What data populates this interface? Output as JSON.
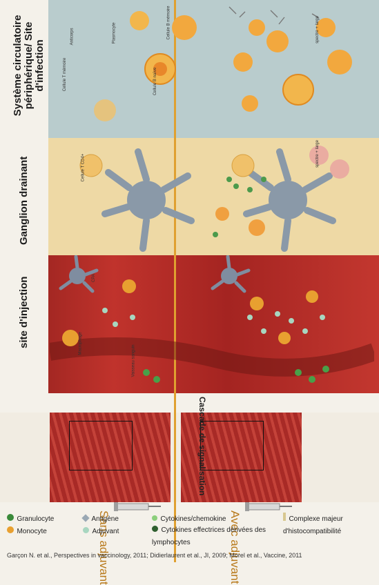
{
  "sections": {
    "circulatory": "Système circulatoire périphérique/ Site d'infection",
    "lymph_node": "Ganglion drainant",
    "injection_site": "site d'injection"
  },
  "rows": {
    "without": "Sans adjuvant",
    "with": "Avec adjuvant"
  },
  "signal_cascade": "Cascade de signalisation",
  "cell_labels": {
    "antibodies": "Anticorps",
    "plasmocyte": "Plasmocyte",
    "memory_b": "Cellule B mémoire",
    "naive_b": "Cellule B naïve",
    "memory_t": "Cellule T mémoire",
    "cd4_t": "Cellule T CD4+",
    "cpa": "CPA",
    "macrophage": "Macrophage",
    "blood_vessel": "Vaisseau sanguin"
  },
  "spectrum_labels": {
    "circulatory": "spectre + large",
    "lymph": "spectre + large"
  },
  "legend": {
    "granulocyte": "Granulocyte",
    "monocyte": "Monocyte",
    "antigen": "Antigène",
    "adjuvant": "Adjuvant",
    "cytokines": "Cytokines/chemokine",
    "effector_cytokines": "Cytokines effectrices dérivées des lymphocytes",
    "mhc": "Complexe majeur d'histocompatibilité"
  },
  "reference": "Garçon N. et al., Perspectives in vaccinology, 2011; Didierlaurent et al., JI, 2009; Morel et al., Vaccine, 2011",
  "colors": {
    "muscle": "#b02a26",
    "lymph": "#eed9a5",
    "circulatory": "#b9cccd",
    "label_accent": "#c98a24",
    "divider": "#e0a030"
  }
}
